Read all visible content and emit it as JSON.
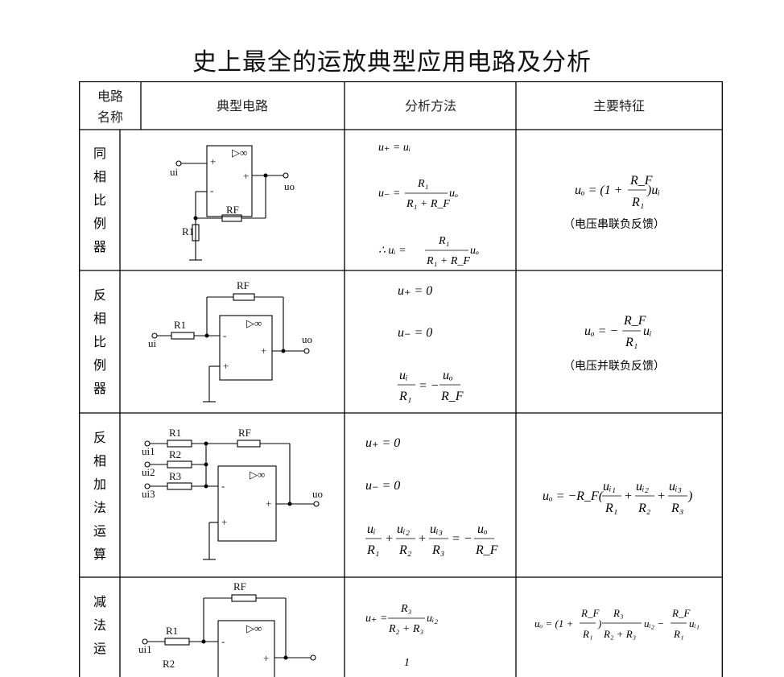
{
  "title": "史上最全的运放典型应用电路及分析",
  "headers": {
    "name_line1": "电路",
    "name_line2": "名称",
    "circuit": "典型电路",
    "method": "分析方法",
    "features": "主要特征"
  },
  "rows": [
    {
      "name": [
        "同",
        "相",
        "比",
        "例",
        "器"
      ],
      "circuit": {
        "r1": "R1",
        "rf": "RF",
        "ui": "ui",
        "uo": "uo",
        "amp": "▷∞",
        "plus": "+",
        "minus": "-"
      },
      "method": {
        "eq1": "u₊ = uᵢ",
        "eq2_lhs": "u₋ =",
        "eq2_num": "R₁",
        "eq2_den": "R₁ + R_F",
        "eq2_tail": "uₒ",
        "eq3_lhs": "∴  uᵢ =",
        "eq3_num": "R₁",
        "eq3_den": "R₁ + R_F",
        "eq3_tail": "uₒ"
      },
      "feature": {
        "lhs": "uₒ = (1 +",
        "num": "R_F",
        "den": "R₁",
        "tail": ")uᵢ",
        "note": "（电压串联负反馈）"
      }
    },
    {
      "name": [
        "反",
        "相",
        "比",
        "例",
        "器"
      ],
      "circuit": {
        "r1": "R1",
        "rf": "RF",
        "ui": "ui",
        "uo": "uo",
        "amp": "▷∞",
        "plus": "+",
        "minus": "-"
      },
      "method": {
        "eq1": "u₊ = 0",
        "eq2": "u₋ = 0",
        "eq3_num_l": "uᵢ",
        "eq3_den_l": "R₁",
        "eq3_mid": "= −",
        "eq3_num_r": "uₒ",
        "eq3_den_r": "R_F"
      },
      "feature": {
        "lhs": "uₒ = −",
        "num": "R_F",
        "den": "R₁",
        "tail": "uᵢ",
        "note": "（电压并联负反馈）"
      }
    },
    {
      "name": [
        "反",
        "相",
        "加",
        "法",
        "运",
        "算"
      ],
      "circuit": {
        "r1": "R1",
        "r2": "R2",
        "r3": "R3",
        "rf": "RF",
        "ui1": "ui1",
        "ui2": "ui2",
        "ui3": "ui3",
        "uo": "uo",
        "amp": "▷∞",
        "plus": "+",
        "minus": "-"
      },
      "method": {
        "eq1": "u₊ = 0",
        "eq2": "u₋ = 0",
        "n1": "uᵢ",
        "d1": "R₁",
        "n2": "uᵢ₂",
        "d2": "R₂",
        "n3": "uᵢ₃",
        "d3": "R₃",
        "nr": "uₒ",
        "dr": "R_F"
      },
      "feature": {
        "lhs": "uₒ = −R_F(",
        "n1": "uᵢ₁",
        "d1": "R₁",
        "n2": "uᵢ₂",
        "d2": "R₂",
        "n3": "uᵢ₃",
        "d3": "R₃",
        "tail": ")"
      }
    },
    {
      "name": [
        "减",
        "法",
        "运"
      ],
      "circuit": {
        "r1": "R1",
        "r2": "R2",
        "rf": "RF",
        "ui1": "ui1",
        "amp": "▷∞",
        "plus": "+",
        "minus": "-"
      },
      "method": {
        "lhs": "u₊ =",
        "num": "R₃",
        "den": "R₂ + R₃",
        "tail": "uᵢ₂",
        "next": "1"
      },
      "feature": {
        "lhs": "uₒ = (1 +",
        "na": "R_F",
        "da": "R₁",
        "mid": ")",
        "nb": "R₃",
        "db": "R₂ + R₃",
        "midb": "uᵢ₂ −",
        "nc": "R_F",
        "dc": "R₁",
        "tail": "uᵢ₁"
      }
    }
  ]
}
